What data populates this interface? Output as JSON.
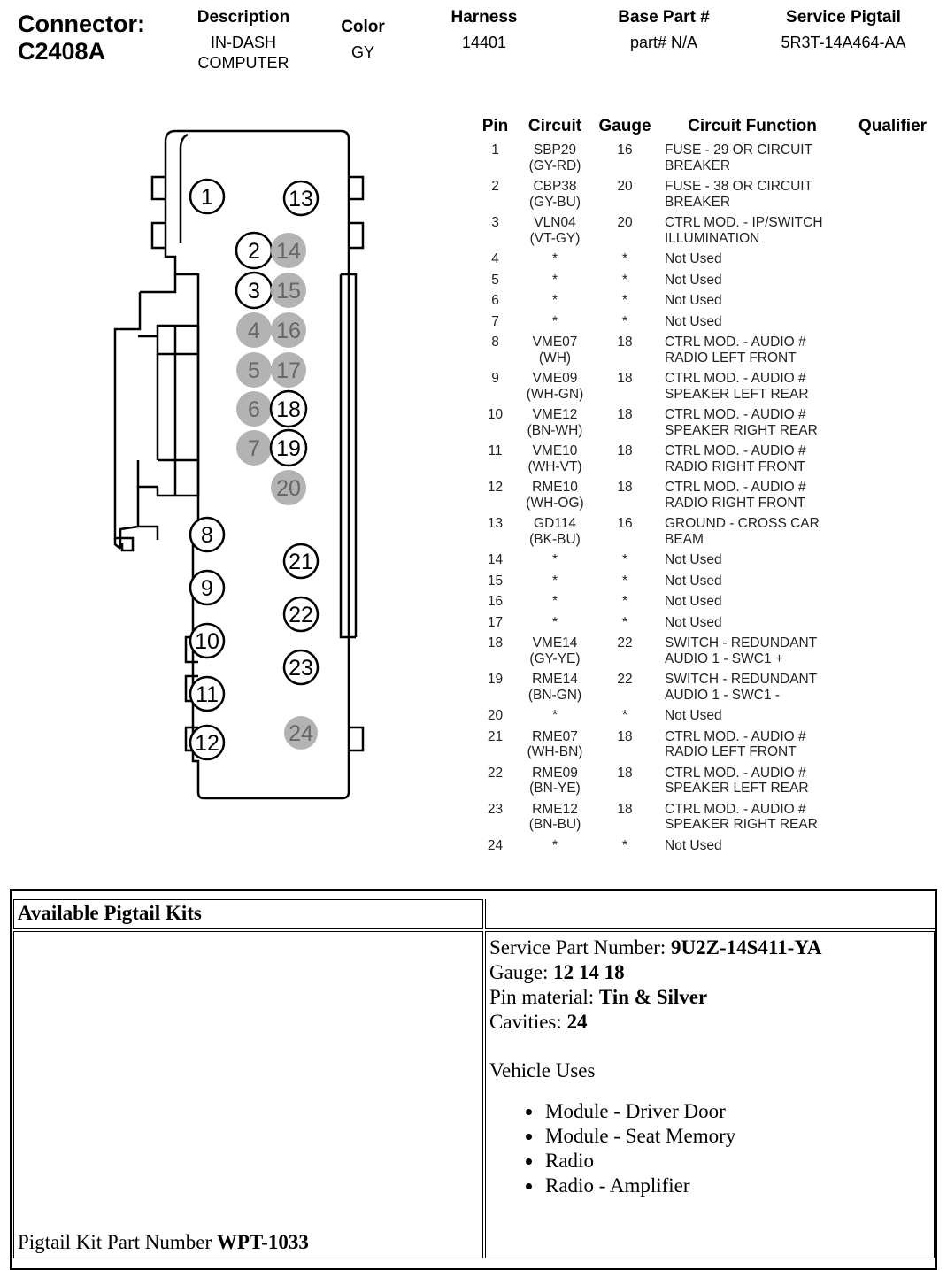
{
  "header": {
    "connector_label": "Connector:",
    "connector_id": "C2408A",
    "description_label": "Description",
    "description_value_line1": "IN-DASH",
    "description_value_line2": "COMPUTER",
    "color_label": "Color",
    "color_value": "GY",
    "harness_label": "Harness",
    "harness_value": "14401",
    "base_part_label": "Base Part #",
    "base_part_value": "part# N/A",
    "service_pigtail_label": "Service Pigtail",
    "service_pigtail_value": "5R3T-14A464-AA"
  },
  "connector_diagram": {
    "pins": [
      {
        "n": "1",
        "filled": false
      },
      {
        "n": "2",
        "filled": false
      },
      {
        "n": "3",
        "filled": false
      },
      {
        "n": "4",
        "filled": true
      },
      {
        "n": "5",
        "filled": true
      },
      {
        "n": "6",
        "filled": true
      },
      {
        "n": "7",
        "filled": true
      },
      {
        "n": "8",
        "filled": false
      },
      {
        "n": "9",
        "filled": false
      },
      {
        "n": "10",
        "filled": false
      },
      {
        "n": "11",
        "filled": false
      },
      {
        "n": "12",
        "filled": false
      },
      {
        "n": "13",
        "filled": false
      },
      {
        "n": "14",
        "filled": true
      },
      {
        "n": "15",
        "filled": true
      },
      {
        "n": "16",
        "filled": true
      },
      {
        "n": "17",
        "filled": true
      },
      {
        "n": "18",
        "filled": false
      },
      {
        "n": "19",
        "filled": false
      },
      {
        "n": "20",
        "filled": true
      },
      {
        "n": "21",
        "filled": false
      },
      {
        "n": "22",
        "filled": false
      },
      {
        "n": "23",
        "filled": false
      },
      {
        "n": "24",
        "filled": true
      }
    ],
    "filled_color": "#b3b3b3",
    "filled_text_color": "#666666"
  },
  "pin_table": {
    "headers": [
      "Pin",
      "Circuit",
      "Gauge",
      "Circuit Function",
      "Qualifier"
    ],
    "rows": [
      [
        "1",
        "SBP29 (GY-RD)",
        "16",
        "FUSE - 29 OR CIRCUIT BREAKER",
        ""
      ],
      [
        "2",
        "CBP38 (GY-BU)",
        "20",
        "FUSE - 38 OR CIRCUIT BREAKER",
        ""
      ],
      [
        "3",
        "VLN04 (VT-GY)",
        "20",
        "CTRL MOD. - IP/SWITCH ILLUMINATION",
        ""
      ],
      [
        "4",
        "*",
        "*",
        "Not Used",
        ""
      ],
      [
        "5",
        "*",
        "*",
        "Not Used",
        ""
      ],
      [
        "6",
        "*",
        "*",
        "Not Used",
        ""
      ],
      [
        "7",
        "*",
        "*",
        "Not Used",
        ""
      ],
      [
        "8",
        "VME07 (WH)",
        "18",
        "CTRL MOD. - AUDIO # RADIO LEFT FRONT",
        ""
      ],
      [
        "9",
        "VME09 (WH-GN)",
        "18",
        "CTRL MOD. - AUDIO # SPEAKER LEFT REAR",
        ""
      ],
      [
        "10",
        "VME12 (BN-WH)",
        "18",
        "CTRL MOD. - AUDIO # SPEAKER RIGHT REAR",
        ""
      ],
      [
        "11",
        "VME10 (WH-VT)",
        "18",
        "CTRL MOD. - AUDIO # RADIO RIGHT FRONT",
        ""
      ],
      [
        "12",
        "RME10 (WH-OG)",
        "18",
        "CTRL MOD. - AUDIO # RADIO RIGHT FRONT",
        ""
      ],
      [
        "13",
        "GD114 (BK-BU)",
        "16",
        "GROUND - CROSS CAR BEAM",
        ""
      ],
      [
        "14",
        "*",
        "*",
        "Not Used",
        ""
      ],
      [
        "15",
        "*",
        "*",
        "Not Used",
        ""
      ],
      [
        "16",
        "*",
        "*",
        "Not Used",
        ""
      ],
      [
        "17",
        "*",
        "*",
        "Not Used",
        ""
      ],
      [
        "18",
        "VME14 (GY-YE)",
        "22",
        "SWITCH - REDUNDANT AUDIO 1 - SWC1 +",
        ""
      ],
      [
        "19",
        "RME14 (BN-GN)",
        "22",
        "SWITCH - REDUNDANT AUDIO 1 - SWC1 -",
        ""
      ],
      [
        "20",
        "*",
        "*",
        "Not Used",
        ""
      ],
      [
        "21",
        "RME07 (WH-BN)",
        "18",
        "CTRL MOD. - AUDIO # RADIO LEFT FRONT",
        ""
      ],
      [
        "22",
        "RME09 (BN-YE)",
        "18",
        "CTRL MOD. - AUDIO # SPEAKER LEFT REAR",
        ""
      ],
      [
        "23",
        "RME12 (BN-BU)",
        "18",
        "CTRL MOD. - AUDIO # SPEAKER RIGHT REAR",
        ""
      ],
      [
        "24",
        "*",
        "*",
        "Not Used",
        ""
      ]
    ]
  },
  "pigtail": {
    "section_title": "Available Pigtail Kits",
    "kit_part_label": "Pigtail Kit Part Number",
    "kit_part_value": "WPT-1033",
    "service_part_label": "Service Part Number:",
    "service_part_value": "9U2Z-14S411-YA",
    "gauge_label": "Gauge:",
    "gauge_value": "12 14 18",
    "pin_material_label": "Pin material:",
    "pin_material_value": "Tin & Silver",
    "cavities_label": "Cavities:",
    "cavities_value": "24",
    "vehicle_uses_label": "Vehicle Uses",
    "vehicle_uses": [
      "Module - Driver Door",
      "Module - Seat Memory",
      "Radio",
      "Radio - Amplifier"
    ]
  }
}
